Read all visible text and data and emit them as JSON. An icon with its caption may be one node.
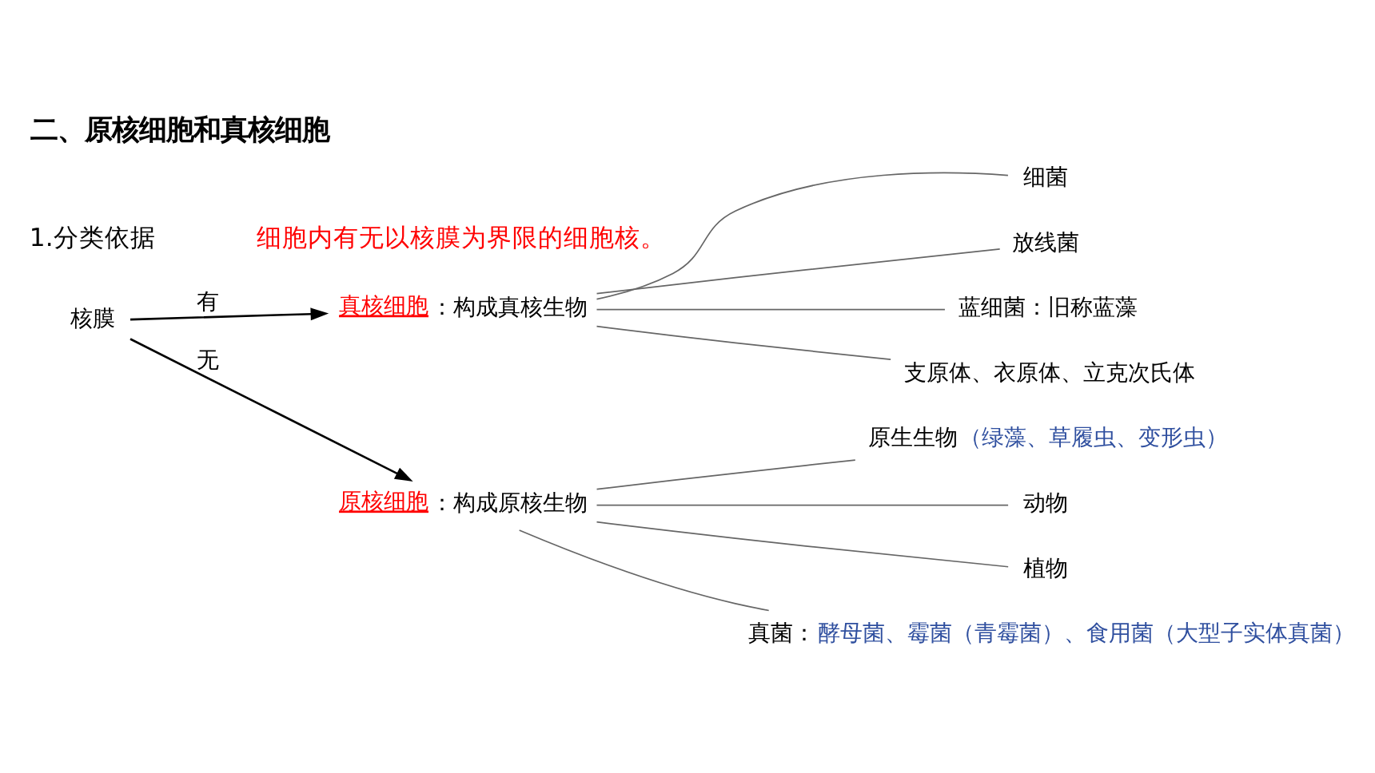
{
  "diagram": {
    "title": "二、原核细胞和真核细胞",
    "nodes": [
      {
        "text": [
          "核膜"
        ]
      },
      {
        "text": [
          "真核细胞",
          "：构成真核生物"
        ]
      },
      {
        "text": [
          "细菌"
        ]
      },
      {
        "text": [
          "放线菌"
        ]
      },
      {
        "text": [
          "蓝细菌：旧称蓝藻"
        ]
      },
      {
        "text": [
          "支原体、衣原体、立克次氏体"
        ]
      },
      {
        "text": [
          "原核细胞",
          "：构成原核生物"
        ]
      },
      {
        "text": [
          "原生生物"
        ],
        "beside": [
          "（绿藻、草履虫、变形虫）"
        ]
      },
      {
        "text": [
          "动物"
        ]
      },
      {
        "text": [
          "植物"
        ]
      },
      {
        "text": [
          "真菌："
        ],
        "beside": [
          "酵母菌、霉菌（青霉菌）、食用菌（大型子实体真菌）"
        ]
      }
    ],
    "edges": [
      {
        "from": 0,
        "to": 1,
        "arrow": "to",
        "label": "有",
        "color": "#000000"
      },
      {
        "from": 0,
        "to": 6,
        "arrow": "to",
        "label": "无",
        "color": "#000000"
      },
      {
        "from": 1,
        "to": 2,
        "arrow": "none"
      },
      {
        "from": 1,
        "to": 3,
        "arrow": "none"
      },
      {
        "from": 1,
        "to": 4,
        "arrow": "none"
      },
      {
        "from": 1,
        "to": 5,
        "arrow": "none"
      },
      {
        "from": 6,
        "to": 7,
        "arrow": "none"
      },
      {
        "from": 6,
        "to": 8,
        "arrow": "none"
      },
      {
        "from": 6,
        "to": 9,
        "arrow": "none"
      },
      {
        "from": 6,
        "to": 10,
        "arrow": "none"
      }
    ],
    "labels": [
      "1.分类依据",
      "细胞内有无以核膜为界限的细胞核。"
    ]
  }
}
